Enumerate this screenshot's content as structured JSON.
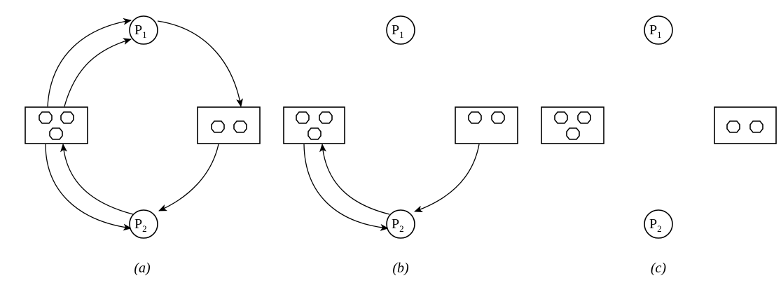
{
  "diagrams": [
    {
      "id": "a",
      "caption": "(a)",
      "processes": [
        {
          "id": "p1",
          "label": "P",
          "subscript": "1"
        },
        {
          "id": "p2",
          "label": "P",
          "subscript": "2"
        }
      ],
      "resources": [
        {
          "id": "r1",
          "units": 3
        },
        {
          "id": "r2",
          "units": 2
        }
      ]
    },
    {
      "id": "b",
      "caption": "(b)",
      "processes": [
        {
          "id": "p1",
          "label": "P",
          "subscript": "1"
        },
        {
          "id": "p2",
          "label": "P",
          "subscript": "2"
        }
      ],
      "resources": [
        {
          "id": "r1",
          "units": 3
        },
        {
          "id": "r2",
          "units": 2
        }
      ]
    },
    {
      "id": "c",
      "caption": "(c)",
      "processes": [
        {
          "id": "p1",
          "label": "P",
          "subscript": "1"
        },
        {
          "id": "p2",
          "label": "P",
          "subscript": "2"
        }
      ],
      "resources": [
        {
          "id": "r1",
          "units": 3
        },
        {
          "id": "r2",
          "units": 2
        }
      ]
    }
  ]
}
